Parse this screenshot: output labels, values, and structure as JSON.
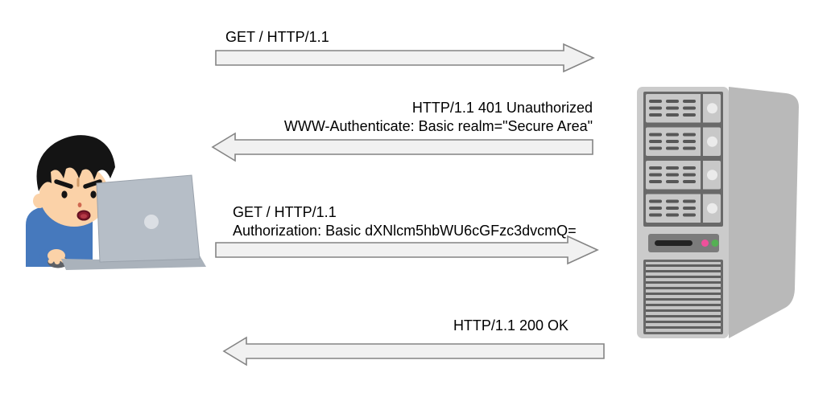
{
  "diagram": {
    "type": "sequence-flow",
    "actors": [
      {
        "id": "client",
        "icon": "person-using-laptop-illustration",
        "side": "left"
      },
      {
        "id": "server",
        "icon": "server-tower-illustration",
        "side": "right"
      }
    ],
    "messages": [
      {
        "direction": "right",
        "lines": [
          "GET / HTTP/1.1"
        ]
      },
      {
        "direction": "left",
        "lines": [
          "HTTP/1.1 401 Unauthorized",
          "WWW-Authenticate: Basic realm=\"Secure Area\""
        ]
      },
      {
        "direction": "right",
        "lines": [
          "GET / HTTP/1.1",
          "Authorization: Basic dXNlcm5hbWU6cGFzc3dvcmQ="
        ]
      },
      {
        "direction": "left",
        "lines": [
          "HTTP/1.1 200 OK"
        ]
      }
    ]
  },
  "colors": {
    "background": "#ffffff",
    "text": "#000000",
    "arrow_fill": "#f1f1f1",
    "arrow_stroke": "#848484",
    "server_front": "#cbcbcb",
    "server_side": "#b9b9b9",
    "server_bay": "#c8c8c8",
    "server_frame": "#696969",
    "server_vent": "#575757",
    "led_panel": "#7b7b7b",
    "led_pink": "#f0509b",
    "led_green": "#55b054",
    "sweater_blue": "#4679bd",
    "skin": "#fbd2a8",
    "hair": "#141414",
    "laptop": "#b6bec7"
  }
}
